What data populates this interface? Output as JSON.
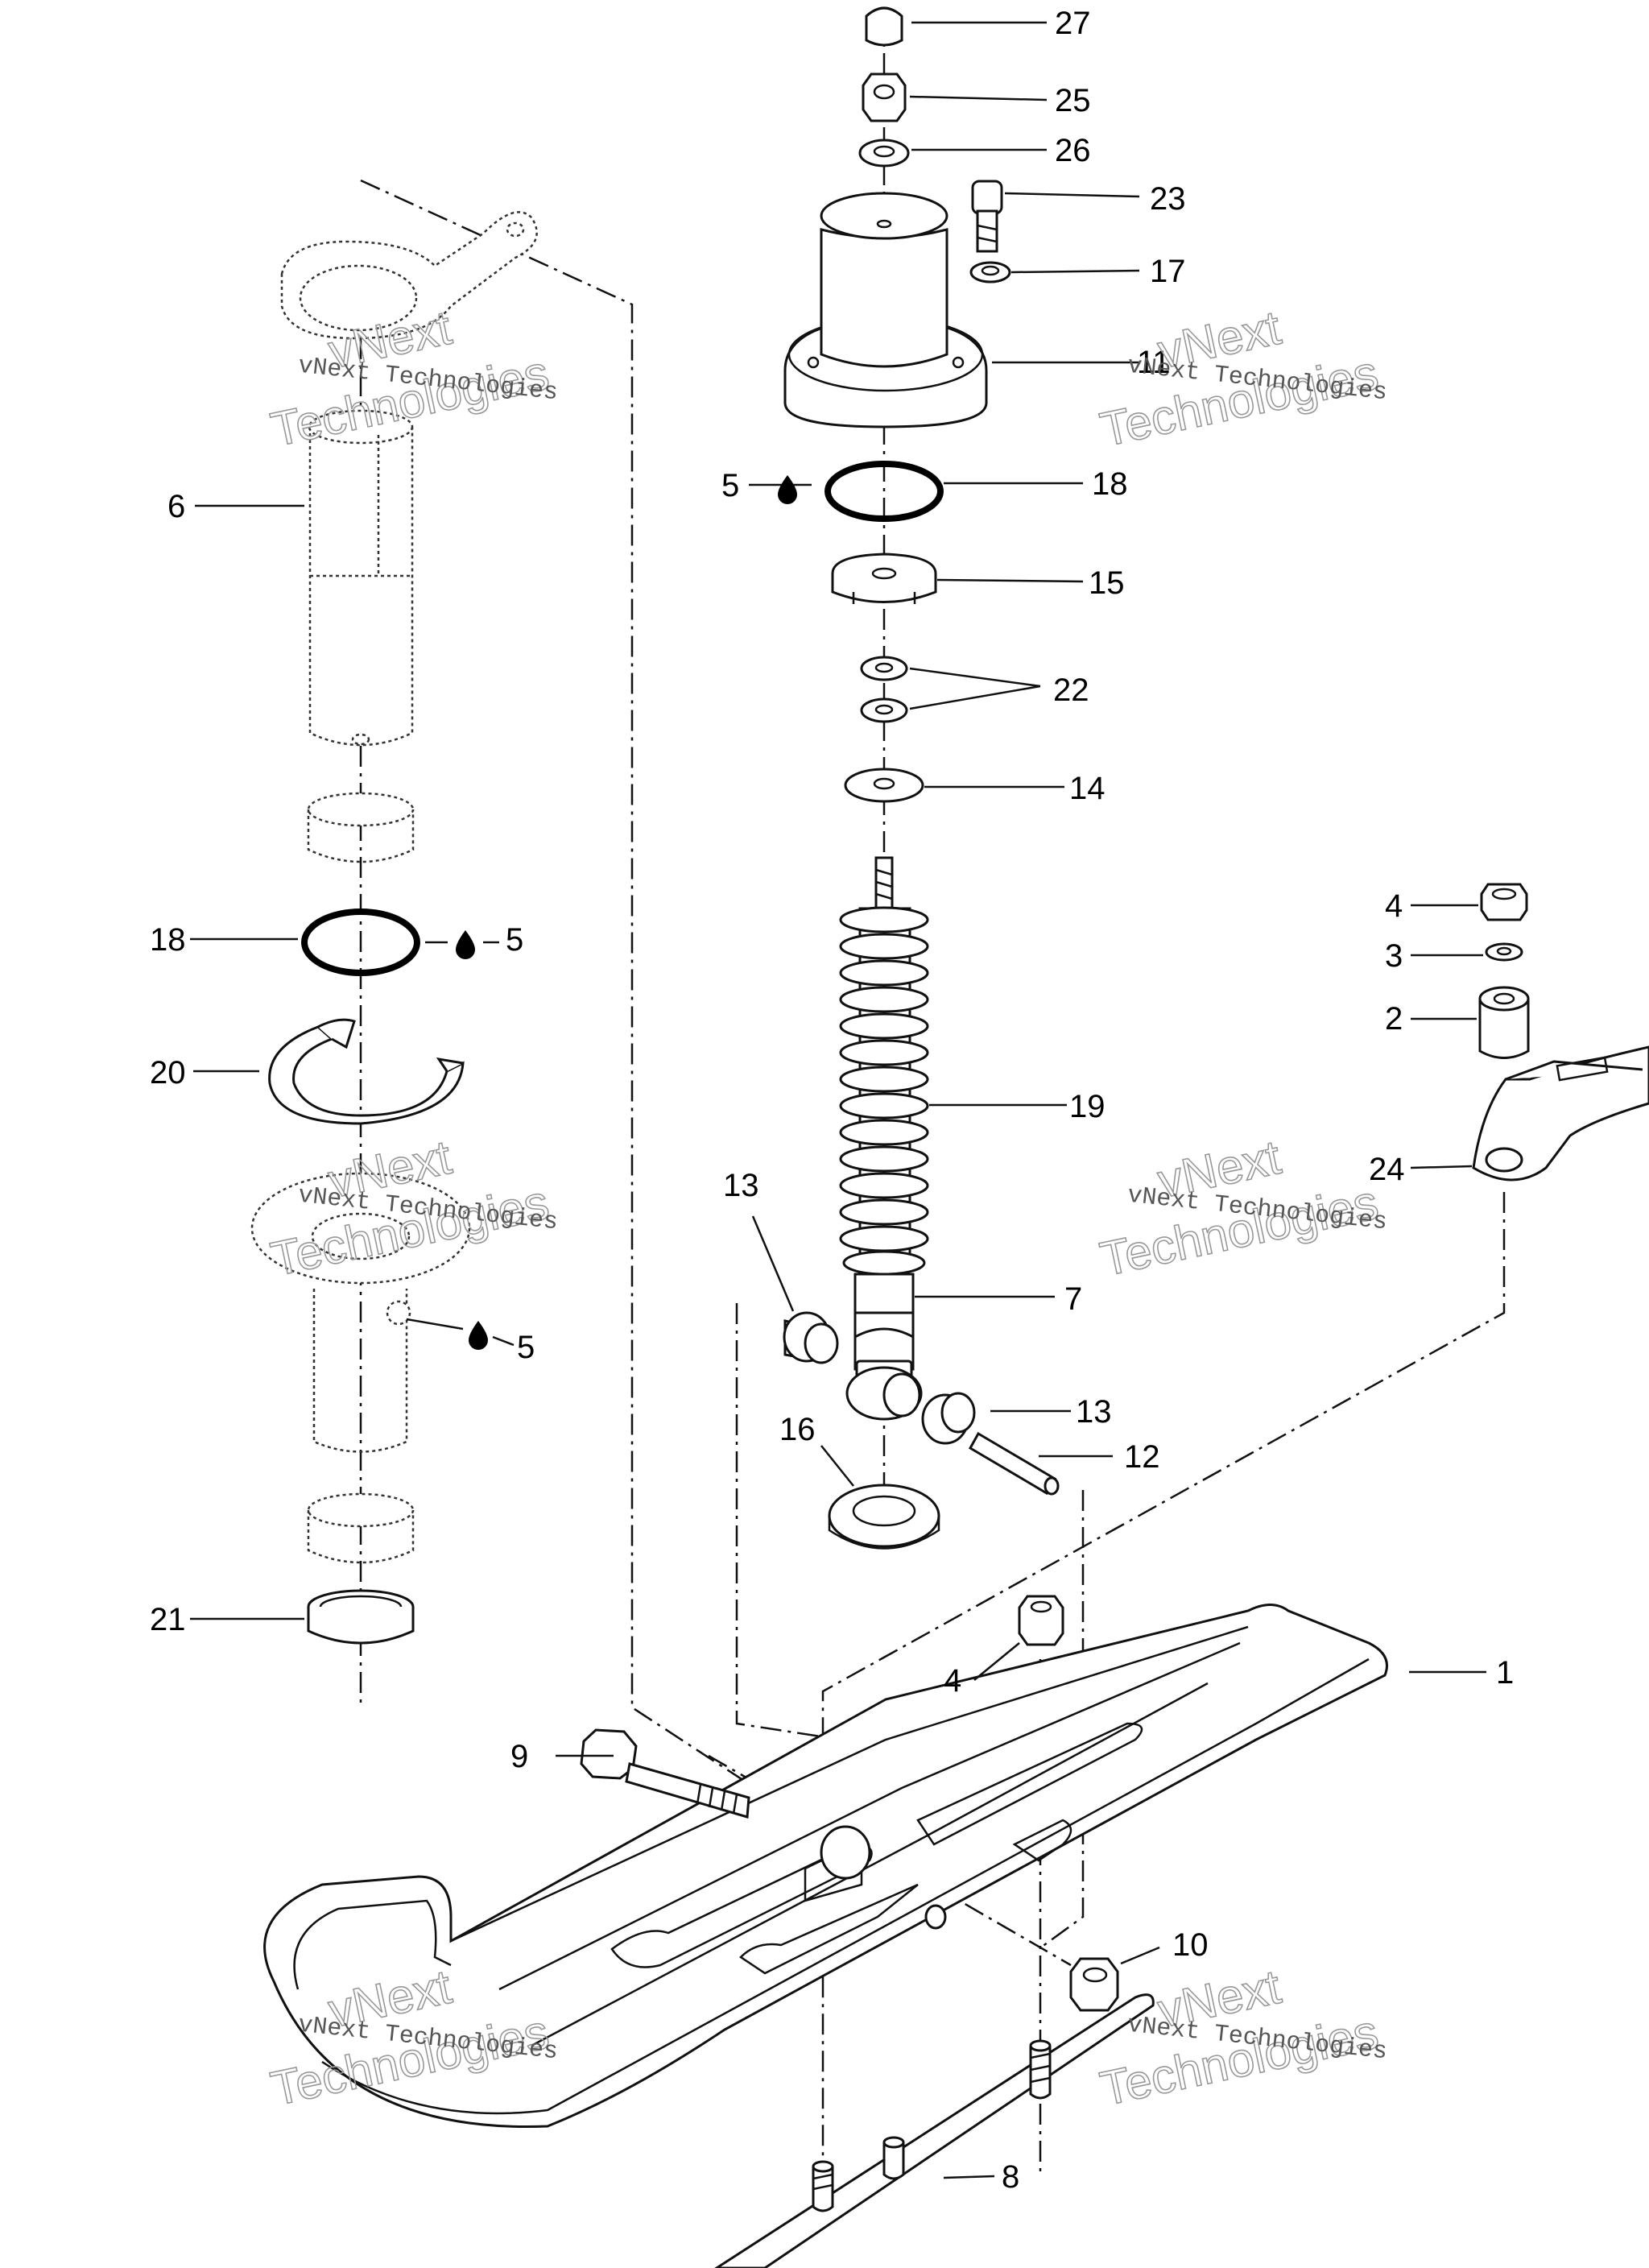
{
  "watermark": {
    "line_small": "vNext Technologies",
    "line_big_1": "vNext",
    "line_big_2": "Technologies"
  },
  "callouts": {
    "c27": "27",
    "c25": "25",
    "c26": "26",
    "c23": "23",
    "c17": "17",
    "c11": "11",
    "c18_right": "18",
    "c5_right_top": "5",
    "c15": "15",
    "c22": "22",
    "c14": "14",
    "c19": "19",
    "c13_left": "13",
    "c7": "7",
    "c13_right": "13",
    "c16": "16",
    "c12": "12",
    "c6": "6",
    "c18_left": "18",
    "c5_left": "5",
    "c20": "20",
    "c5_lower": "5",
    "c21": "21",
    "c4_upper": "4",
    "c3": "3",
    "c2": "2",
    "c24": "24",
    "c1": "1",
    "c4_lower": "4",
    "c9": "9",
    "c10": "10",
    "c8": "8"
  },
  "lubricant_icon": "grease-drop-icon"
}
